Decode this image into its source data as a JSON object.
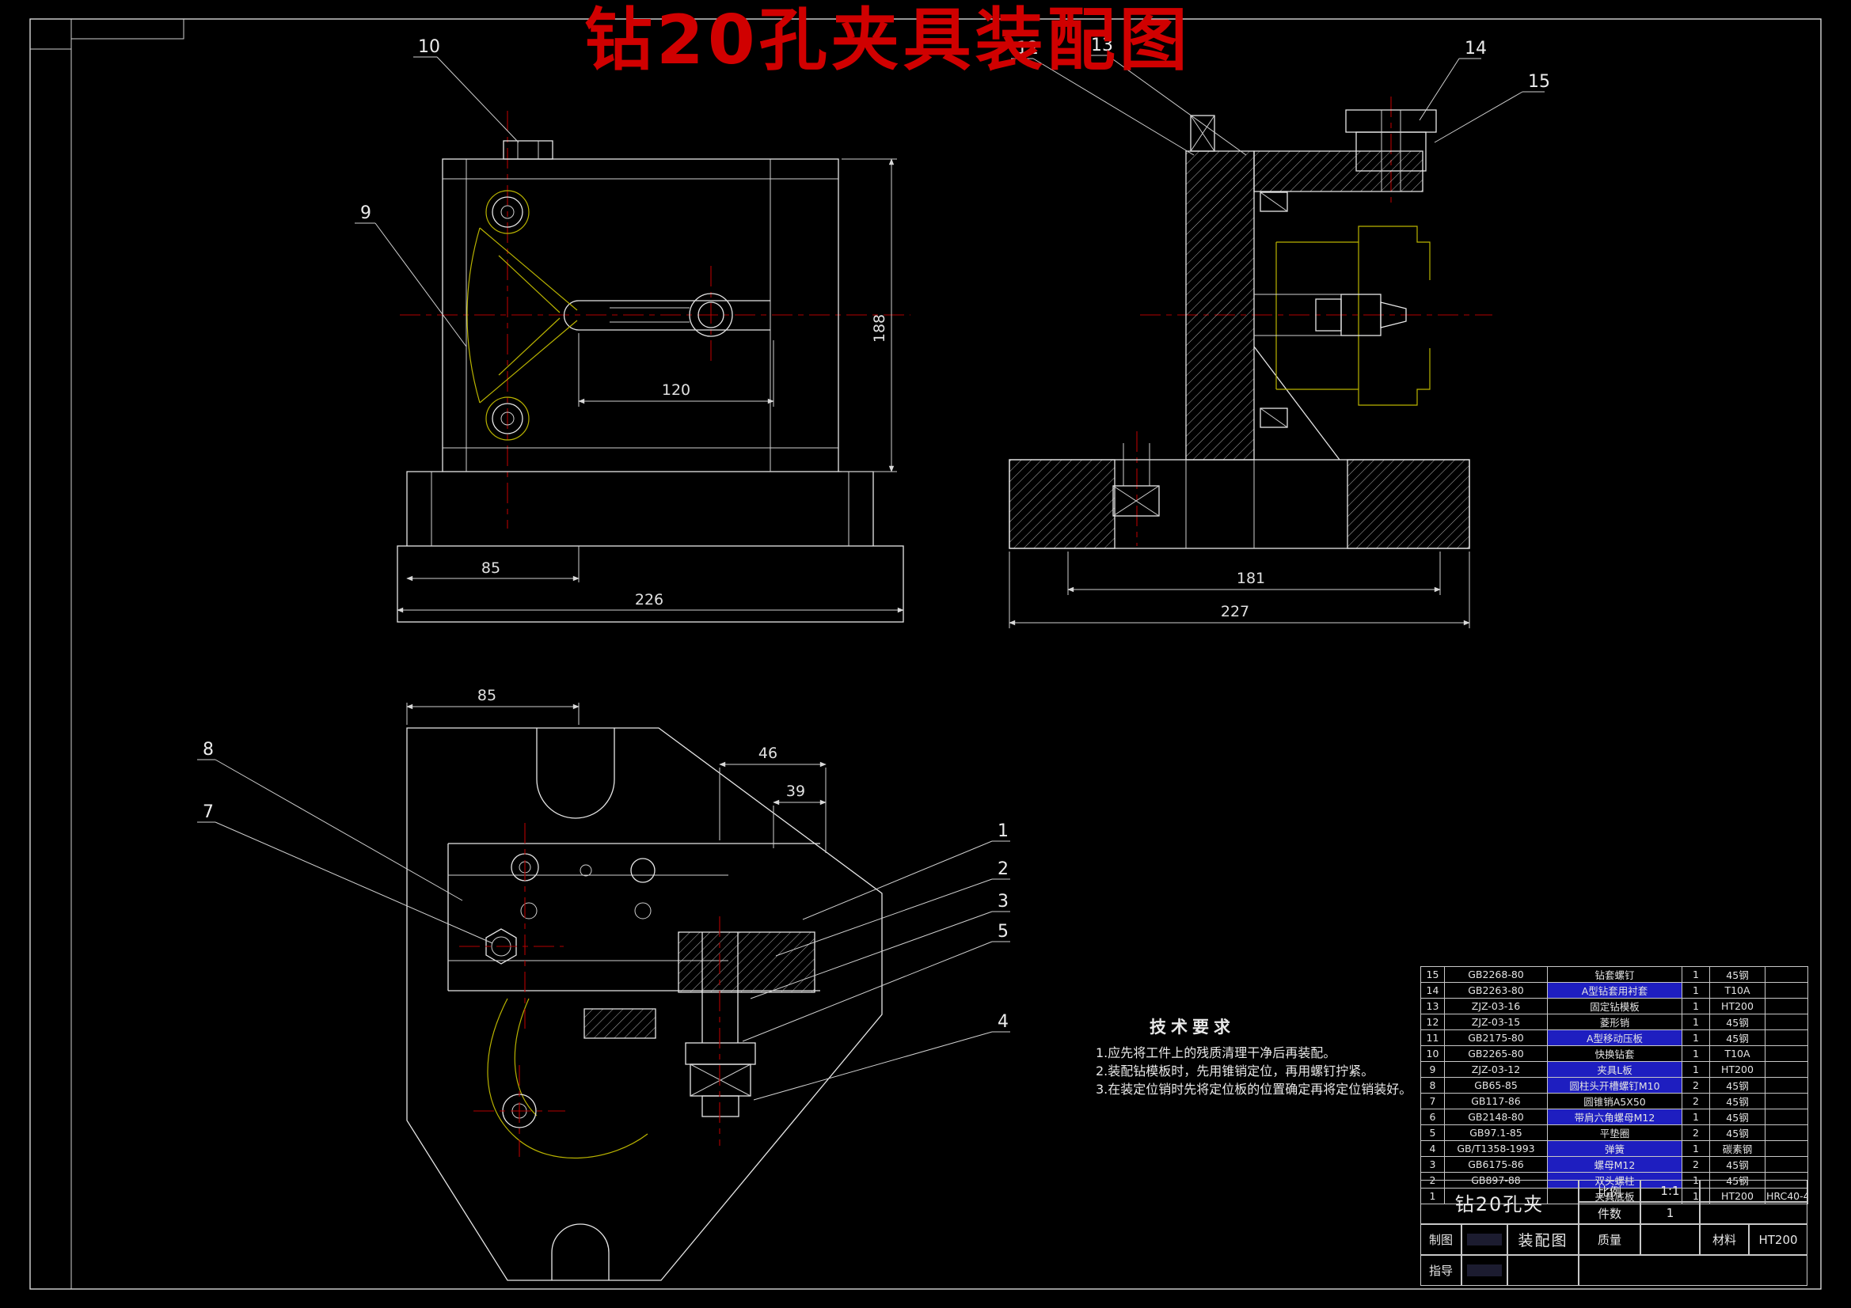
{
  "sheet": {
    "bg_color": "#000000",
    "line_color": "#e6e6e6",
    "centerline_color": "#b40000",
    "aux_line_color": "#b9b300",
    "title_color": "#d00000",
    "highlight_color": "#1e1ec0"
  },
  "title": "钻20孔夹具装配图",
  "front_view": {
    "dims": {
      "d120": "120",
      "d85": "85",
      "d226": "226",
      "d188": "188"
    },
    "callouts": {
      "c9": "9",
      "c10": "10"
    }
  },
  "side_view": {
    "dims": {
      "d181": "181",
      "d227": "227"
    },
    "callouts": {
      "c12": "12",
      "c13": "13",
      "c14": "14",
      "c15": "15"
    }
  },
  "top_view": {
    "dims": {
      "d85": "85",
      "d46": "46",
      "d39": "39"
    },
    "callouts": {
      "c8": "8",
      "c7": "7",
      "c1": "1",
      "c2": "2",
      "c3": "3",
      "c5": "5",
      "c4": "4"
    }
  },
  "tech_requirements": {
    "heading": "技术要求",
    "lines": [
      "1.应先将工件上的残质清理干净后再装配。",
      "2.装配钻模板时，先用锥销定位，再用螺钉拧紧。",
      "3.在装定位销时先将定位板的位置确定再将定位销装好。"
    ]
  },
  "parts_table": {
    "rows": [
      {
        "no": "15",
        "code": "GB2268-80",
        "name": "钻套螺钉",
        "qty": "1",
        "material": "45钢",
        "remark": "",
        "hl": false
      },
      {
        "no": "14",
        "code": "GB2263-80",
        "name": "A型钻套用衬套",
        "qty": "1",
        "material": "T10A",
        "remark": "",
        "hl": true
      },
      {
        "no": "13",
        "code": "ZJZ-03-16",
        "name": "固定钻模板",
        "qty": "1",
        "material": "HT200",
        "remark": "",
        "hl": false
      },
      {
        "no": "12",
        "code": "ZJZ-03-15",
        "name": "菱形销",
        "qty": "1",
        "material": "45钢",
        "remark": "",
        "hl": false
      },
      {
        "no": "11",
        "code": "GB2175-80",
        "name": "A型移动压板",
        "qty": "1",
        "material": "45钢",
        "remark": "",
        "hl": true
      },
      {
        "no": "10",
        "code": "GB2265-80",
        "name": "快换钻套",
        "qty": "1",
        "material": "T10A",
        "remark": "",
        "hl": false
      },
      {
        "no": "9",
        "code": "ZJZ-03-12",
        "name": "夹具L板",
        "qty": "1",
        "material": "HT200",
        "remark": "",
        "hl": true
      },
      {
        "no": "8",
        "code": "GB65-85",
        "name": "圆柱头开槽螺钉M10",
        "qty": "2",
        "material": "45钢",
        "remark": "",
        "hl": true
      },
      {
        "no": "7",
        "code": "GB117-86",
        "name": "圆锥销A5X50",
        "qty": "2",
        "material": "45钢",
        "remark": "",
        "hl": false
      },
      {
        "no": "6",
        "code": "GB2148-80",
        "name": "带肩六角螺母M12",
        "qty": "1",
        "material": "45钢",
        "remark": "",
        "hl": true
      },
      {
        "no": "5",
        "code": "GB97.1-85",
        "name": "平垫圈",
        "qty": "2",
        "material": "45钢",
        "remark": "",
        "hl": false
      },
      {
        "no": "4",
        "code": "GB/T1358-1993",
        "name": "弹簧",
        "qty": "1",
        "material": "碳素钢",
        "remark": "",
        "hl": true
      },
      {
        "no": "3",
        "code": "GB6175-86",
        "name": "螺母M12",
        "qty": "2",
        "material": "45钢",
        "remark": "",
        "hl": true
      },
      {
        "no": "2",
        "code": "GB897-88",
        "name": "双头螺柱",
        "qty": "1",
        "material": "45钢",
        "remark": "",
        "hl": true
      },
      {
        "no": "1",
        "code": "",
        "name": "夹具底板",
        "qty": "1",
        "material": "HT200",
        "remark": "HRC40-45",
        "hl": false
      }
    ]
  },
  "title_block": {
    "part_name": "钻20孔夹",
    "doc_name": "装配图",
    "scale_label": "比例",
    "scale_value": "1:1",
    "qty_label": "件数",
    "qty_value": "1",
    "mass_label": "质量",
    "material_label": "材料",
    "drafter_label": "制图",
    "advisor_label": "指导",
    "material_value": "HT200"
  }
}
